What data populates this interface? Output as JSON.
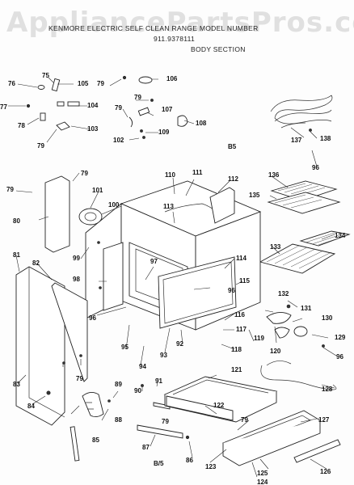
{
  "watermark": "AppliancePartsPros.com",
  "header": {
    "line1": "KENMORE ELECTRIC SELF CLEAN RANGE MODEL NUMBER",
    "line2": "911.9378111",
    "line3": "BODY SECTION"
  },
  "section_marks": [
    "B5",
    "B/5"
  ],
  "part_numbers": [
    "75",
    "76",
    "77",
    "78",
    "79",
    "80",
    "81",
    "82",
    "83",
    "84",
    "85",
    "86",
    "87",
    "88",
    "89",
    "90",
    "91",
    "92",
    "93",
    "94",
    "95",
    "96",
    "97",
    "98",
    "99",
    "100",
    "101",
    "102",
    "103",
    "104",
    "105",
    "106",
    "107",
    "108",
    "109",
    "110",
    "111",
    "112",
    "113",
    "114",
    "115",
    "116",
    "117",
    "118",
    "119",
    "120",
    "121",
    "122",
    "123",
    "124",
    "125",
    "126",
    "127",
    "128",
    "129",
    "130",
    "131",
    "132",
    "133",
    "134",
    "135",
    "136",
    "137",
    "138"
  ]
}
